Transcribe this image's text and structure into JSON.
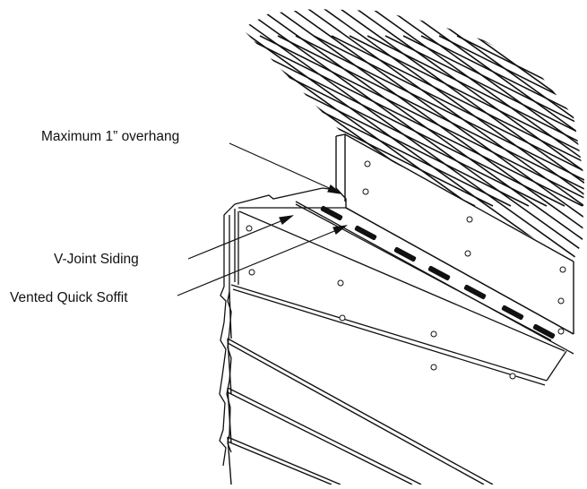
{
  "callouts": {
    "overhang": "Maximum 1” overhang",
    "siding": "V-Joint Siding",
    "soffit": "Vented Quick Soffit"
  },
  "colors": {
    "line": "#111111",
    "background": "#ffffff"
  },
  "icons": {
    "vent_slot": "vent-slot-icon",
    "nail_hole": "nail-hole-icon",
    "arrowhead": "arrowhead-icon"
  }
}
